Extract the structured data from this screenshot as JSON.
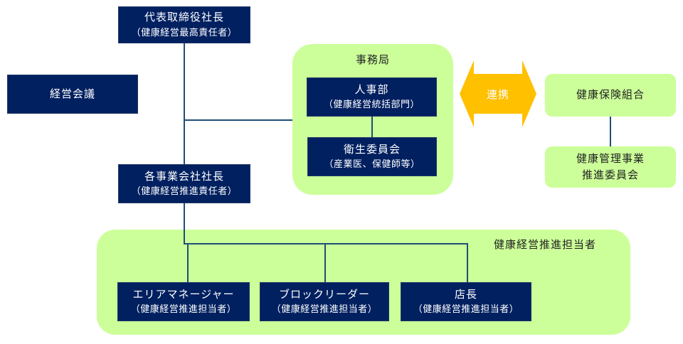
{
  "colors": {
    "navy_box": "#002060",
    "green_panel": "#ccff99",
    "connector": "#1f4e79",
    "arrow": "#ffc000"
  },
  "ceo": {
    "title": "代表取締役社長",
    "subtitle": "（健康経営最高責任者）"
  },
  "management_meeting": {
    "title": "経営会議"
  },
  "secretariat": {
    "title": "事務局",
    "hr": {
      "title": "人事部",
      "subtitle": "（健康経営統括部門）"
    },
    "health_committee": {
      "title": "衛生委員会",
      "subtitle": "（産業医、保健師等）"
    }
  },
  "collaboration": {
    "label": "連携"
  },
  "health_insurance": {
    "title": "健康保険組合"
  },
  "health_promotion_committee": {
    "line1": "健康管理事業",
    "line2": "推進委員会"
  },
  "company_president": {
    "title": "各事業会社社長",
    "subtitle": "（健康経営推進責任者）"
  },
  "promoters": {
    "title": "健康経営推進担当者",
    "members": [
      {
        "title": "エリアマネージャー",
        "subtitle": "（健康経営推進担当者）"
      },
      {
        "title": "ブロックリーダー",
        "subtitle": "（健康経営推進担当者）"
      },
      {
        "title": "店長",
        "subtitle": "（健康経営推進担当者）"
      }
    ]
  }
}
